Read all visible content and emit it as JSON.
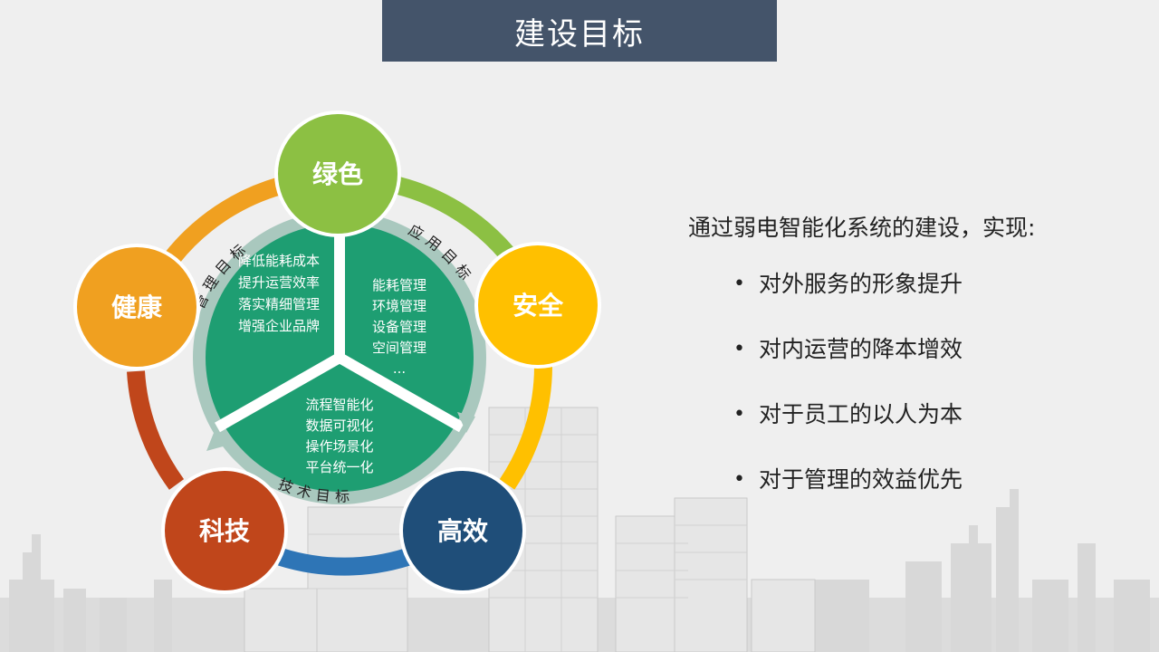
{
  "title": "建设目标",
  "outer_circles": [
    {
      "id": "green",
      "label": "绿色",
      "color": "#8cc043"
    },
    {
      "id": "safety",
      "label": "安全",
      "color": "#ffc000"
    },
    {
      "id": "efficient",
      "label": "高效",
      "color": "#1f4e79"
    },
    {
      "id": "tech",
      "label": "科技",
      "color": "#c0461b"
    },
    {
      "id": "health",
      "label": "健康",
      "color": "#f0a020"
    }
  ],
  "segments": {
    "management": {
      "arc_label": "管理目标",
      "lines": [
        "降低能耗成本",
        "提升运营效率",
        "落实精细管理",
        "增强企业品牌"
      ]
    },
    "application": {
      "arc_label": "应用目标",
      "lines": [
        "能耗管理",
        "环境管理",
        "设备管理",
        "空间管理",
        "..."
      ]
    },
    "technology": {
      "arc_label": "技术目标",
      "lines": [
        "流程智能化",
        "数据可视化",
        "操作场景化",
        "平台统一化"
      ]
    }
  },
  "colors": {
    "header_bg": "#44546a",
    "pie_fill": "#1e9e72",
    "pie_ring": "#a9c8be"
  },
  "right_panel": {
    "intro": "通过弱电智能化系统的建设，实现:",
    "bullets": [
      "对外服务的形象提升",
      "对内运营的降本增效",
      "对于员工的以人为本",
      "对于管理的效益优先"
    ],
    "bullet_symbol": "•"
  }
}
